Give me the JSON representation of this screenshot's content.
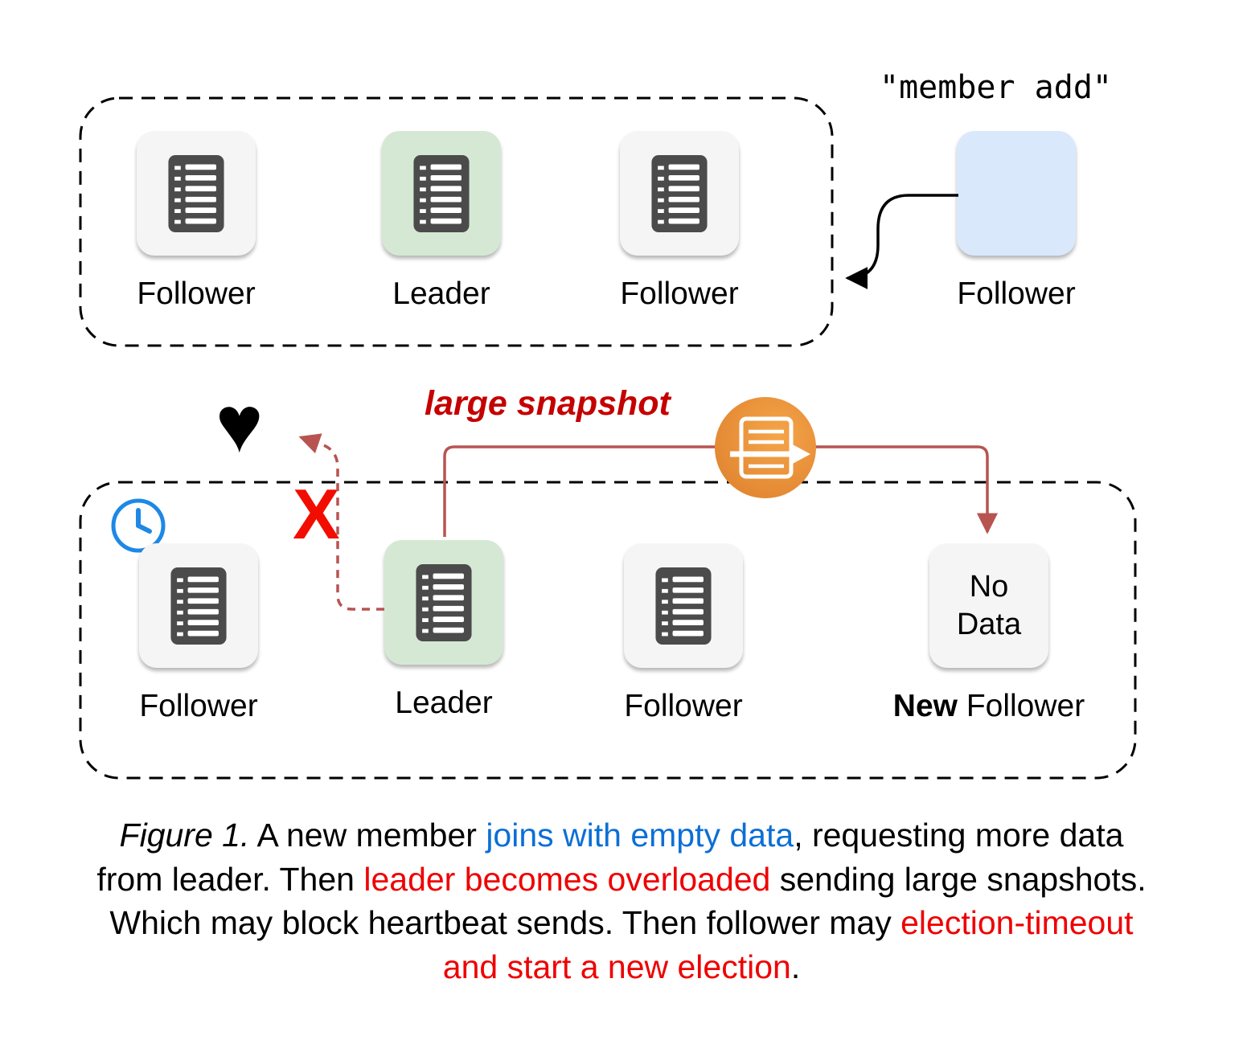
{
  "colors": {
    "leader_green": "#d5e8d4",
    "follower_gray": "#f5f5f5",
    "new_member_blue": "#dae8fc",
    "arrow_dark_red": "#b85450",
    "snapshot_orange": "#e8913c",
    "highlight_red": "#ef0000",
    "highlight_blue": "#0b6fd6",
    "clock_blue": "#1e88e5"
  },
  "top_cluster": {
    "nodes": [
      {
        "label": "Follower"
      },
      {
        "label": "Leader"
      },
      {
        "label": "Follower"
      }
    ]
  },
  "new_member": {
    "command": "\"member add\"",
    "label": "Follower"
  },
  "bottom_cluster": {
    "nodes": [
      {
        "label": "Follower"
      },
      {
        "label": "Leader"
      },
      {
        "label": "Follower"
      }
    ],
    "new_follower": {
      "box_line1": "No",
      "box_line2": "Data",
      "label_prefix": "New",
      "label_suffix": " Follower"
    }
  },
  "annotations": {
    "large_snapshot_label": "large snapshot",
    "block_x": "X",
    "heart_glyph": "♥"
  },
  "caption": {
    "figure_label": "Figure 1.",
    "seg_intro": " A new member ",
    "seg_blue": "joins with empty data",
    "seg_mid1": ", requesting more data from leader. Then ",
    "seg_red1": "leader becomes overloaded",
    "seg_mid2": " sending large snapshots. Which may block heartbeat sends. Then follower may ",
    "seg_red2": "election-timeout and start a new election",
    "seg_end": "."
  }
}
